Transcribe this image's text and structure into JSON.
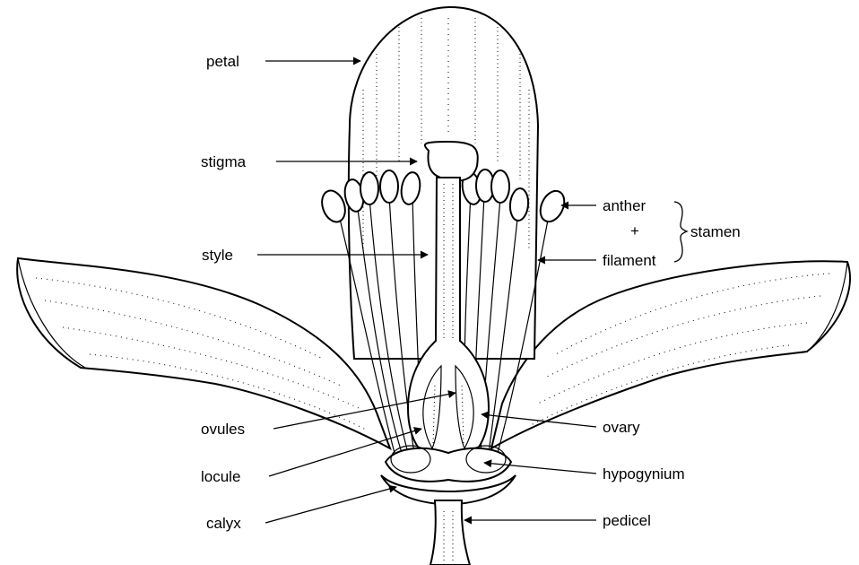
{
  "labels": {
    "petal": "petal",
    "stigma": "stigma",
    "style": "style",
    "anther": "anther",
    "plus": "+",
    "filament": "filament",
    "stamen": "stamen",
    "ovules": "ovules",
    "ovary": "ovary",
    "locule": "locule",
    "hypogynium": "hypogynium",
    "calyx": "calyx",
    "pedicel": "pedicel"
  }
}
